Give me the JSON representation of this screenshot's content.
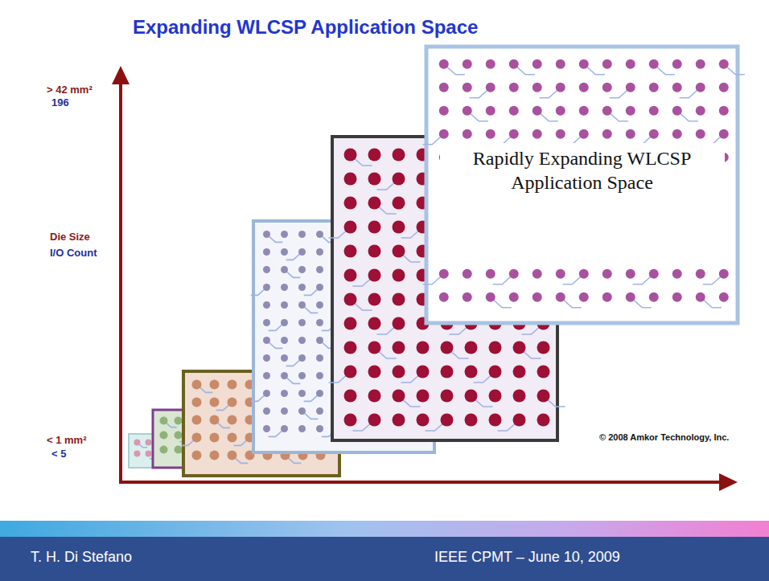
{
  "diagram": {
    "title": "Expanding WLCSP Application Space",
    "nodes": [
      {
        "text": [
          "Rapidly Expanding WLCSP Application Space"
        ]
      }
    ],
    "labels": [
      "> 42 mm²",
      "196",
      "Die Size",
      "I/O Count",
      "< 1 mm²",
      "< 5",
      "© 2008 Amkor Technology, Inc.",
      "T. H. Di Stefano",
      "IEEE CPMT – June 10, 2009"
    ]
  }
}
